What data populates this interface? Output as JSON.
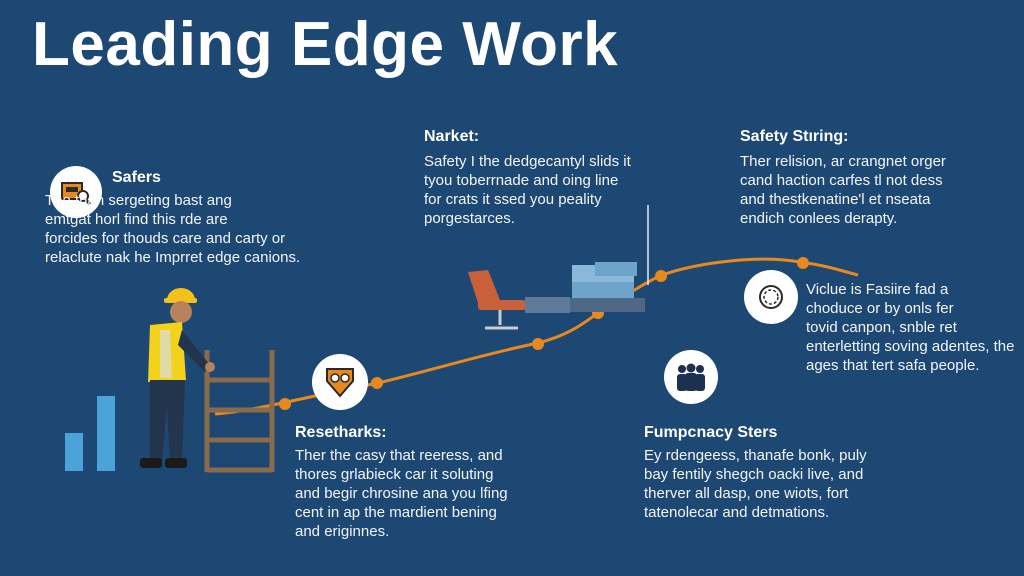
{
  "title": "Leading Edge Work",
  "colors": {
    "background": "#1d4873",
    "accent_orange": "#e8891f",
    "text": "#ffffff",
    "bar_blue": "#4ba3d9",
    "vest_yellow": "#f2d21b"
  },
  "sections": {
    "safers": {
      "heading": "Safers",
      "body": "Tpe than sergeting bast ang\nemtgat horl find this rde are\nforcides for thouds care and carty or\nrelaclute nak he Imprret edge canions.",
      "icon": "box-magnifier-icon"
    },
    "market": {
      "heading": "Narket:",
      "body": "Safety I the dedgecantyl slids it\ntyou toberrnade and oing line\nfor crats it ssed you peality\nporgestarces.",
      "icon": "office-chair-and-stack-icon"
    },
    "safety_string": {
      "heading": "Safety Stıring:",
      "body": "Ther relision, ar crangnet orger\ncand haction carfes tl not dess\nand thestkenatine'l et nseata\nendich conlees derapty.",
      "icon": ""
    },
    "vicule": {
      "body": "Viclue is Fasiire fad a\nchoduce or by onls fer\ntovid canpon, snble ret\nenterletting soving adentes, the\nages that tert safa people.",
      "icon": "gear-badge-icon"
    },
    "resethark": {
      "heading": "Resetharks:",
      "body": "Ther the casy that reeress, and\nthores grlabieck car it soluting\nand begir chrosine ana you lfing\ncent in ap the mardient bening\nand eriginnes.",
      "icon": "shield-mask-icon"
    },
    "fumpcnacy": {
      "heading": "Fumpcnacy Sters",
      "body": "Ey rdengeess, thanafe bonk, puly\nbay fentily shegch oacki live, and\ntherver all dasp, one wiots, fort\ntatenolecar and detmations.",
      "icon": "people-group-icon"
    }
  }
}
